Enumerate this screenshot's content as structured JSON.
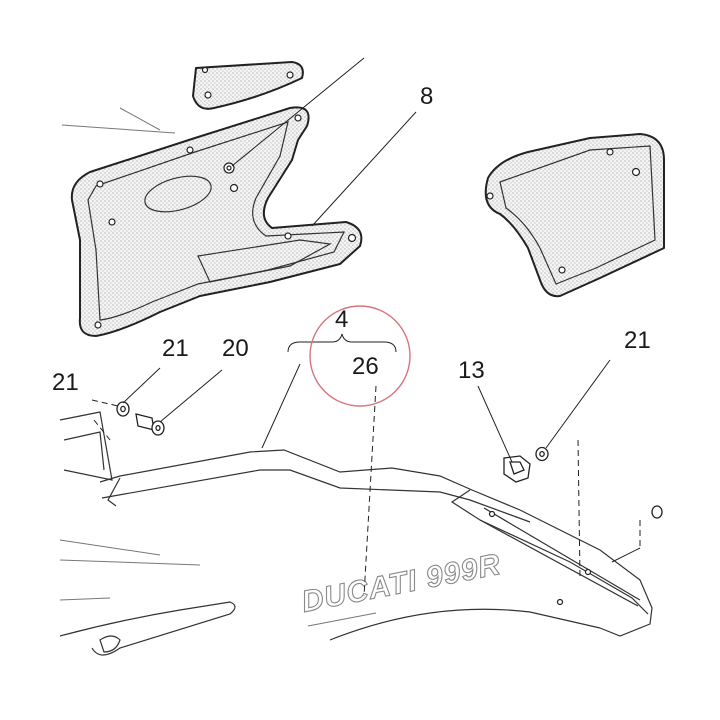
{
  "callouts": {
    "c8": "8",
    "c4": "4",
    "c26": "26",
    "c21_left": "21",
    "c20": "20",
    "c21_edge": "21",
    "c13": "13",
    "c21_right": "21"
  },
  "decal": {
    "text": "DUCATI 999R"
  },
  "colors": {
    "line": "#222222",
    "highlight_circle": "#d8747f",
    "background": "#ffffff"
  }
}
